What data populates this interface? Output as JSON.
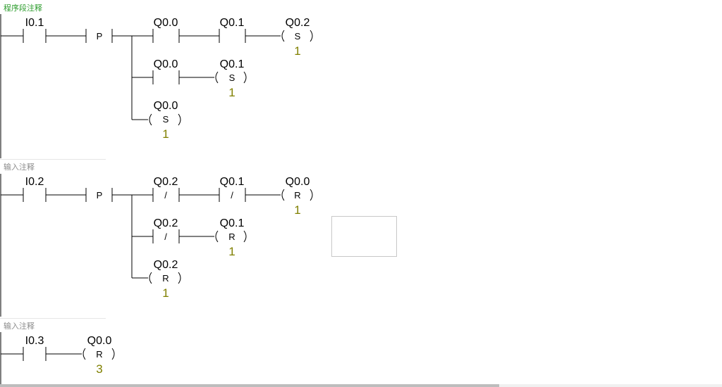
{
  "colors": {
    "line": "#000000",
    "value": "#808000",
    "comment_green": "#2e9d2e",
    "comment_gray": "#8c8c8c"
  },
  "networks": [
    {
      "comment": "程序段注释",
      "start_contact": "I0.1",
      "edge": "P",
      "branches": [
        {
          "contacts": [
            {
              "addr": "Q0.0",
              "neg": ""
            },
            {
              "addr": "Q0.1",
              "neg": ""
            }
          ],
          "coil": {
            "addr": "Q0.2",
            "op": "S",
            "value": "1"
          }
        },
        {
          "contacts": [
            {
              "addr": "Q0.0",
              "neg": ""
            }
          ],
          "coil": {
            "addr": "Q0.1",
            "op": "S",
            "value": "1"
          }
        },
        {
          "contacts": [],
          "coil": {
            "addr": "Q0.0",
            "op": "S",
            "value": "1"
          }
        }
      ]
    },
    {
      "comment": "输入注释",
      "start_contact": "I0.2",
      "edge": "P",
      "branches": [
        {
          "contacts": [
            {
              "addr": "Q0.2",
              "neg": "/"
            },
            {
              "addr": "Q0.1",
              "neg": "/"
            }
          ],
          "coil": {
            "addr": "Q0.0",
            "op": "R",
            "value": "1"
          }
        },
        {
          "contacts": [
            {
              "addr": "Q0.2",
              "neg": "/"
            }
          ],
          "coil": {
            "addr": "Q0.1",
            "op": "R",
            "value": "1"
          }
        },
        {
          "contacts": [],
          "coil": {
            "addr": "Q0.2",
            "op": "R",
            "value": "1"
          }
        }
      ]
    },
    {
      "comment": "输入注释",
      "start_contact": "I0.3",
      "coil": {
        "addr": "Q0.0",
        "op": "R",
        "value": "3"
      }
    }
  ]
}
